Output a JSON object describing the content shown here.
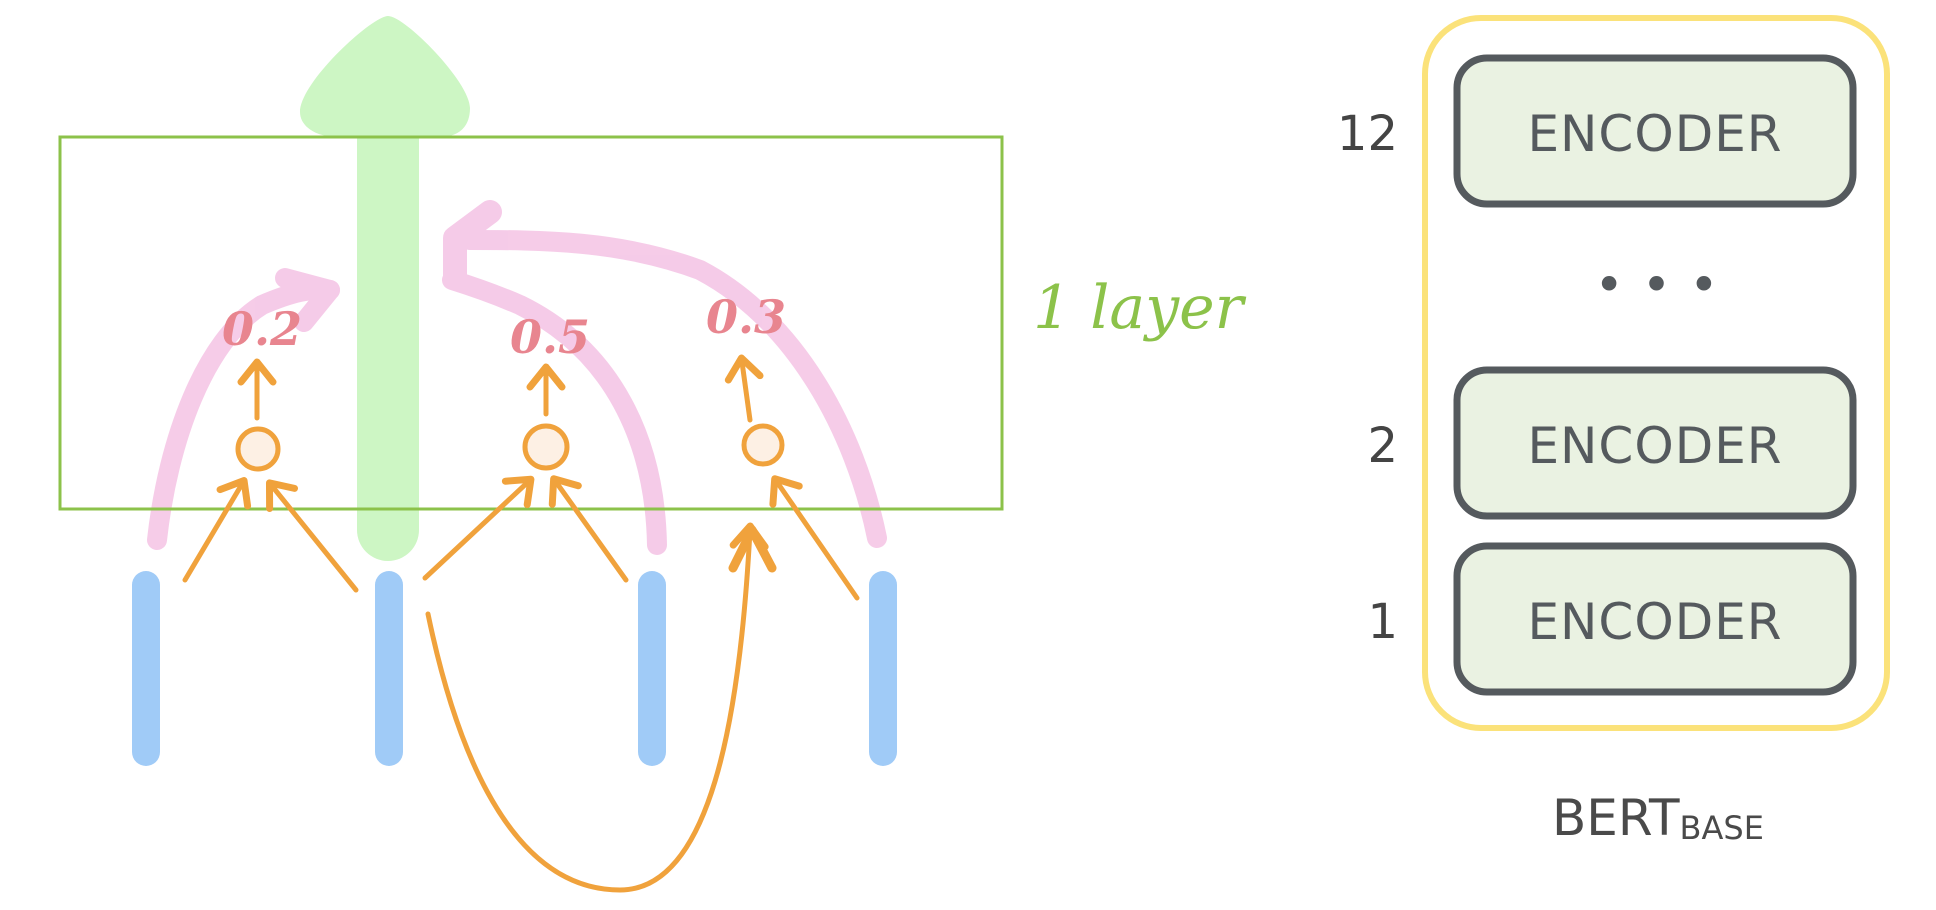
{
  "attention_diagram": {
    "weights": [
      "0.2",
      "0.5",
      "0.3"
    ],
    "layer_label": "1 layer",
    "colors": {
      "token_bar": "#a0cbf7",
      "attention_arrow": "#f0a23c",
      "weight_flow": "#f5c6e6",
      "output_arrow": "#cdf6c4",
      "layer_box": "#8cc24a",
      "weight_text": "#e8858f"
    }
  },
  "bert_stack": {
    "encoders": [
      {
        "index": "12",
        "label": "ENCODER"
      },
      {
        "index": "2",
        "label": "ENCODER"
      },
      {
        "index": "1",
        "label": "ENCODER"
      }
    ],
    "ellipsis": "• • •",
    "caption_main": "BERT",
    "caption_sub": "BASE",
    "colors": {
      "outer_border": "#fbe27a",
      "encoder_fill": "#eaf2e2",
      "encoder_border": "#555a5e"
    }
  }
}
